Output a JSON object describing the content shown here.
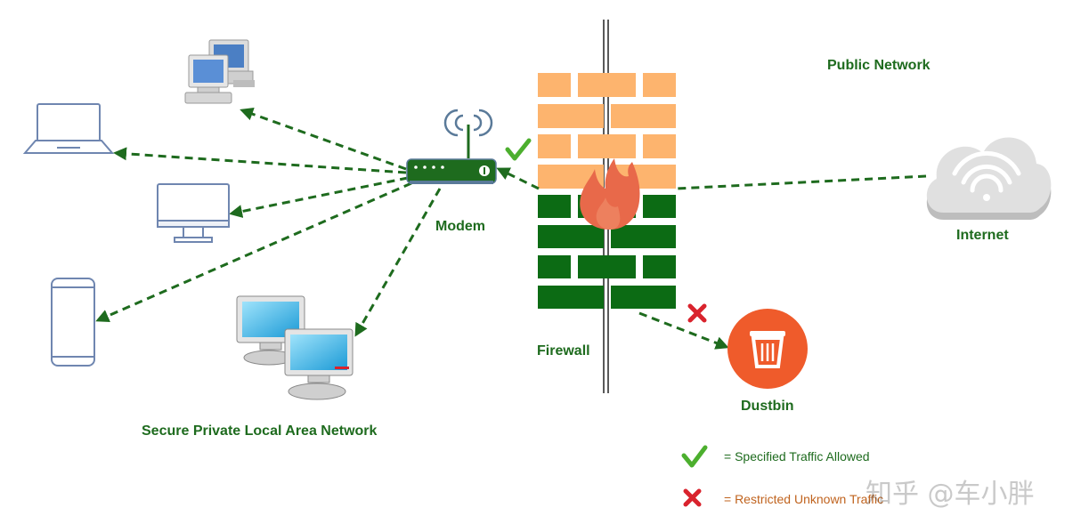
{
  "labels": {
    "public_network": "Public Network",
    "internet": "Internet",
    "modem": "Modem",
    "firewall": "Firewall",
    "dustbin": "Dustbin",
    "secure_lan": "Secure Private Local Area Network"
  },
  "legend": {
    "allowed": "= Specified Traffic Allowed",
    "restricted": "= Restricted Unknown Traffic"
  },
  "watermark": "知乎 @车小胖",
  "colors": {
    "arrow_green": "#1e6b1e",
    "label_green": "#1e6b1e",
    "brick_top": "#fdb46e",
    "brick_bottom": "#0c6b14",
    "flame": "#e8694a",
    "dustbin": "#ef5b2b",
    "check": "#4caf2e",
    "cross": "#d9232d",
    "restricted_text": "#c0631e"
  },
  "icons": [
    "desktop-computer-icon",
    "laptop-icon",
    "monitor-icon",
    "smartphone-icon",
    "workstations-icon",
    "modem-icon",
    "firewall-icon",
    "cloud-wifi-icon",
    "dustbin-icon",
    "check-icon",
    "cross-icon"
  ]
}
